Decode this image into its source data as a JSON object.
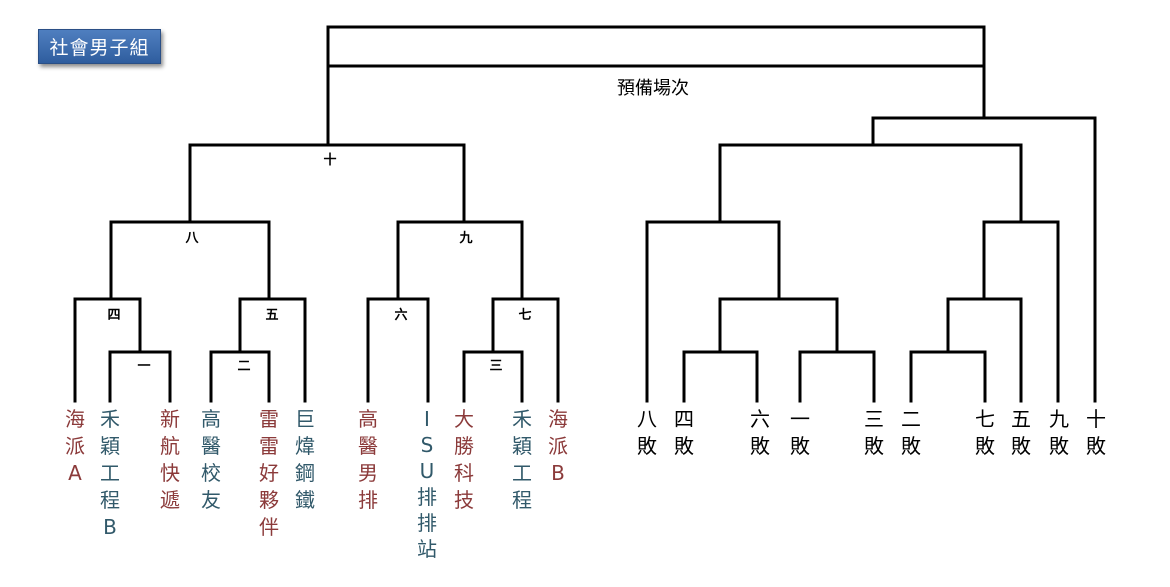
{
  "badge": "社會男子組",
  "final_title": "預備場次",
  "match_labels": {
    "m10": "十",
    "m8": "八",
    "m9": "九",
    "m4": "四",
    "m5": "五",
    "m6": "六",
    "m7": "七",
    "m1": "一",
    "m2": "二",
    "m3": "三"
  },
  "teams": [
    {
      "text": "海\n派\nA",
      "color": "red"
    },
    {
      "text": "禾\n穎\n工\n程\nB",
      "color": "teal"
    },
    {
      "text": "新\n航\n快\n遞",
      "color": "red"
    },
    {
      "text": "高\n醫\n校\n友",
      "color": "teal"
    },
    {
      "text": "雷\n雷\n好\n夥\n伴",
      "color": "red"
    },
    {
      "text": "巨\n煒\n鋼\n鐵",
      "color": "teal"
    },
    {
      "text": "高\n醫\n男\n排",
      "color": "red"
    },
    {
      "text": "I\nS\nU\n排\n排\n站",
      "color": "teal"
    },
    {
      "text": "大\n勝\n科\n技",
      "color": "red"
    },
    {
      "text": "禾\n穎\n工\n程",
      "color": "teal"
    },
    {
      "text": "海\n派\nB",
      "color": "red"
    }
  ],
  "losers": [
    "八\n敗",
    "四\n敗",
    "六\n敗",
    "一\n敗",
    "三\n敗",
    "二\n敗",
    "七\n敗",
    "五\n敗",
    "九\n敗",
    "十\n敗"
  ],
  "colors": {
    "red": "#8b3a3a",
    "teal": "#31596a",
    "line": "#000000"
  }
}
